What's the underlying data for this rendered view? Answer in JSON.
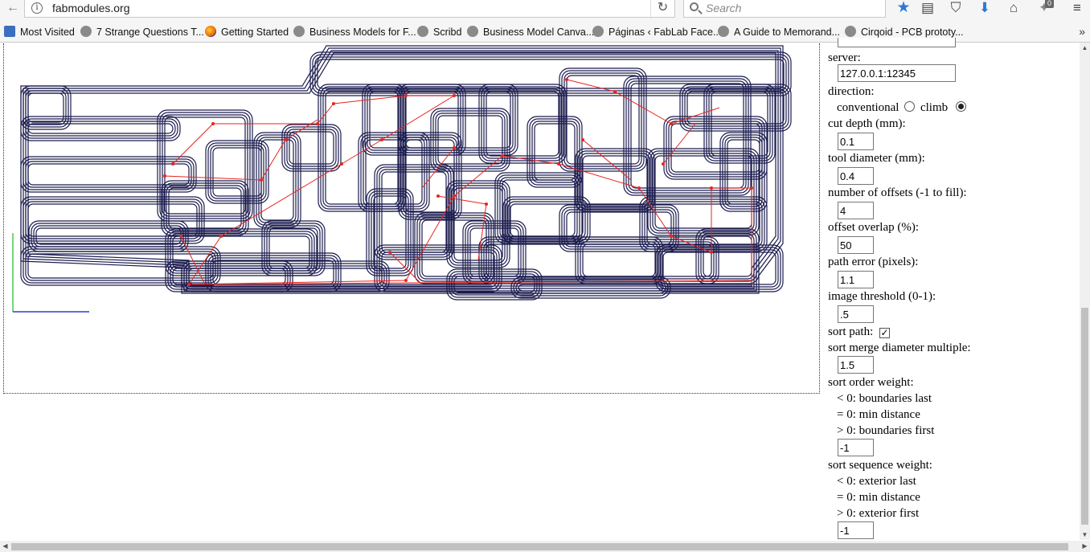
{
  "browser": {
    "url": "fabmodules.org",
    "search_placeholder": "Search",
    "downloads_badge": "0",
    "icons": [
      "back-arrow-icon",
      "info-icon",
      "reload-icon",
      "search-icon",
      "bookmark-star-icon",
      "reading-list-icon",
      "pocket-icon",
      "download-icon",
      "home-icon",
      "extension-icon",
      "menu-icon"
    ]
  },
  "bookmarks": [
    {
      "label": "Most Visited",
      "icon": "folder-icon"
    },
    {
      "label": "7 Strange Questions T...",
      "icon": "globe-icon"
    },
    {
      "label": "Getting Started",
      "icon": "firefox-icon"
    },
    {
      "label": "Business Models for F...",
      "icon": "globe-icon"
    },
    {
      "label": "Scribd",
      "icon": "globe-icon"
    },
    {
      "label": "Business Model Canva...",
      "icon": "globe-icon"
    },
    {
      "label": "Páginas ‹ FabLab Face...",
      "icon": "globe-icon"
    },
    {
      "label": "A Guide to Memorand...",
      "icon": "globe-icon"
    },
    {
      "label": "Cirqoid - PCB prototy...",
      "icon": "globe-icon"
    }
  ],
  "controls": {
    "server_label": "server:",
    "server_value": "127.0.0.1:12345",
    "direction_label": "direction:",
    "conventional_label": "conventional",
    "climb_label": "climb",
    "direction_selected": "climb",
    "cut_depth_label": "cut depth (mm):",
    "cut_depth": "0.1",
    "tool_diameter_label": "tool diameter (mm):",
    "tool_diameter": "0.4",
    "offsets_label": "number of offsets (-1 to fill):",
    "offsets": "4",
    "overlap_label": "offset overlap (%):",
    "overlap": "50",
    "path_error_label": "path error (pixels):",
    "path_error": "1.1",
    "threshold_label": "image threshold (0-1):",
    "threshold": ".5",
    "sort_path_label": "sort path:",
    "sort_path_checked": true,
    "merge_label": "sort merge diameter multiple:",
    "merge": "1.5",
    "order_label": "sort order weight:",
    "order_opt1": "< 0: boundaries last",
    "order_opt2": "= 0: min distance",
    "order_opt3": "> 0: boundaries first",
    "order": "-1",
    "sequence_label": "sort sequence weight:",
    "seq_opt1": "< 0: exterior last",
    "seq_opt2": "= 0: min distance",
    "seq_opt3": "> 0: exterior first",
    "sequence": "-1"
  },
  "toolpath": {
    "path_color": "#1a1a4e",
    "move_color": "#e8241d",
    "x_axis_color": "#2f3bd6",
    "y_axis_color": "#3ec43e"
  }
}
